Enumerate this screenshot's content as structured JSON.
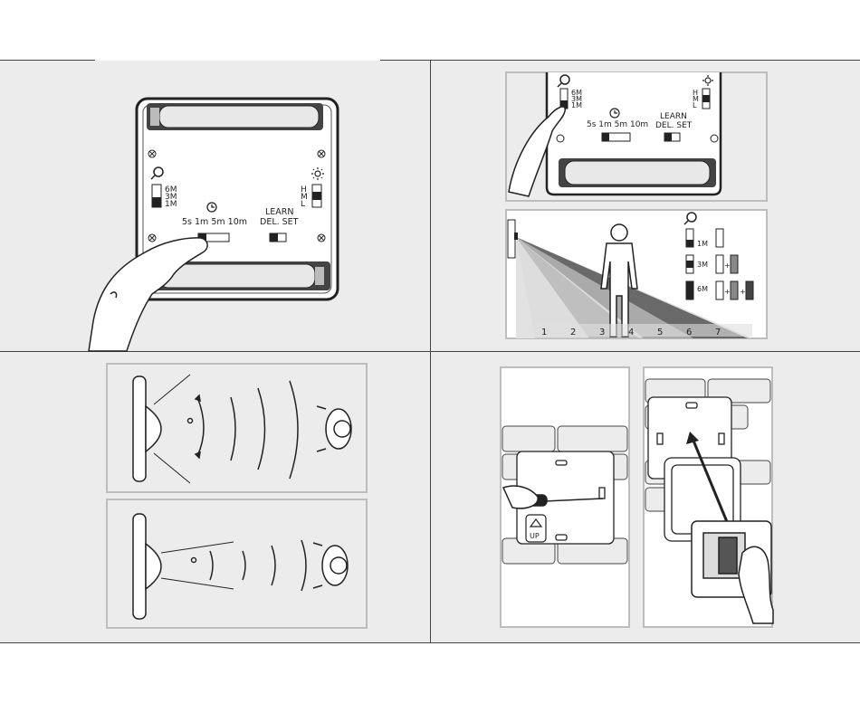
{
  "device": {
    "range_labels": [
      "6M",
      "3M",
      "1M"
    ],
    "sensitivity_labels": [
      "H",
      "M",
      "L"
    ],
    "time_labels": "5s 1m 5m 10m",
    "learn_label": "LEARN",
    "delset_label": "DEL. SET"
  },
  "range_diagram": {
    "distance_ticks": [
      "1",
      "2",
      "3",
      "4",
      "5",
      "6",
      "7"
    ],
    "legend": [
      "1M",
      "3M",
      "6M"
    ]
  },
  "mounting": {
    "up_label": "UP"
  }
}
